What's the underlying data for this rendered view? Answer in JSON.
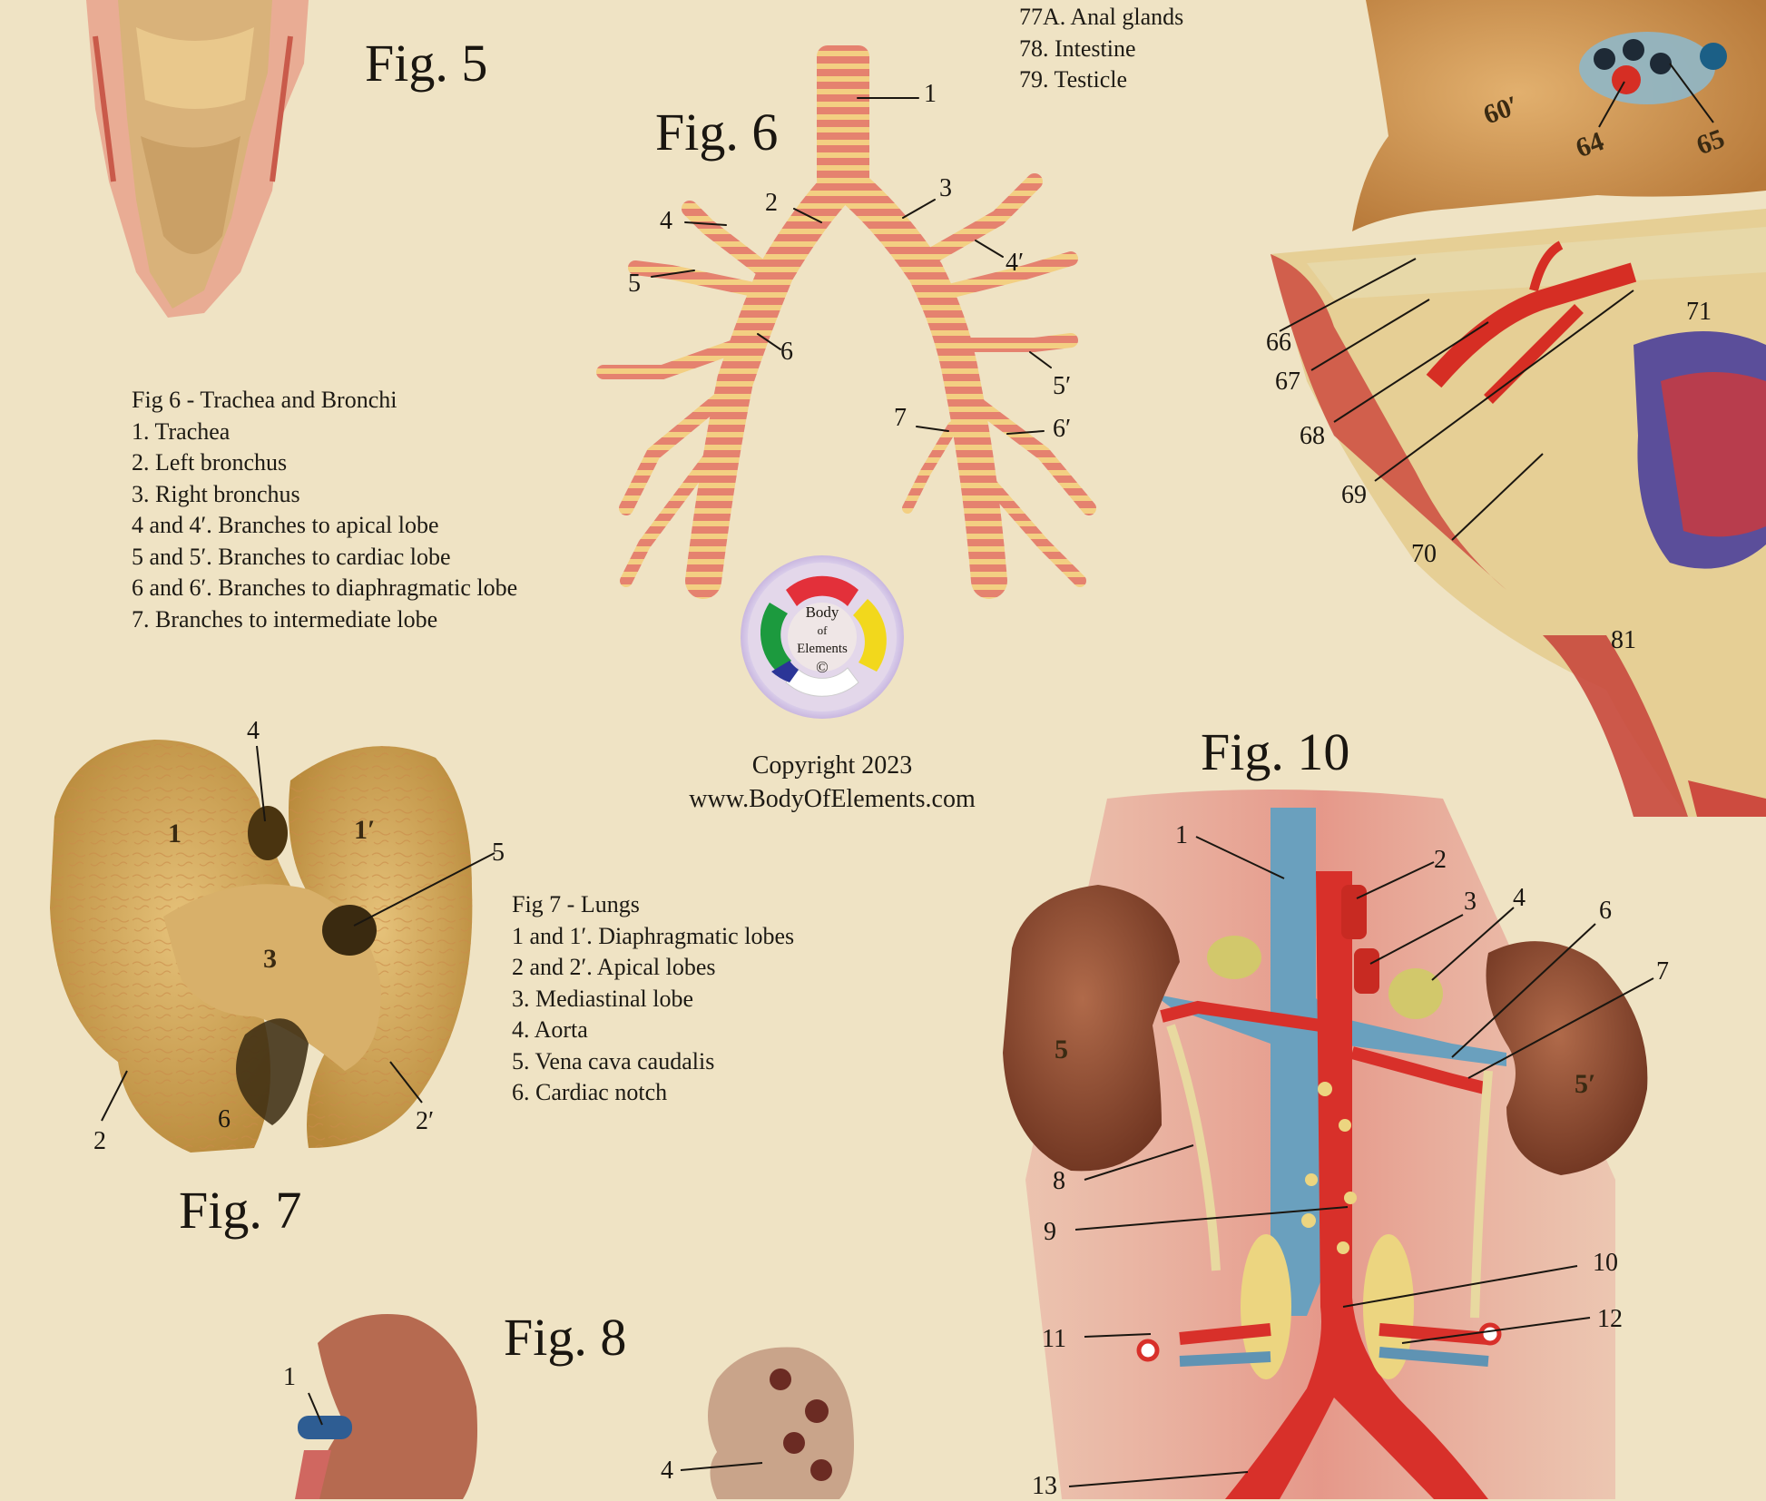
{
  "figures": {
    "fig5": "Fig. 5",
    "fig6": "Fig. 6",
    "fig7": "Fig. 7",
    "fig8": "Fig. 8",
    "fig10": "Fig. 10"
  },
  "top_legend": [
    "77A. Anal glands",
    "78. Intestine",
    "79. Testicle"
  ],
  "fig6_legend": {
    "title": "Fig 6 - Trachea and Bronchi",
    "items": [
      "1. Trachea",
      "2. Left bronchus",
      "3. Right bronchus",
      "4 and 4′. Branches to apical lobe",
      "5 and 5′. Branches to cardiac lobe",
      "6 and 6′. Branches to diaphragmatic lobe",
      "7. Branches to intermediate lobe"
    ]
  },
  "fig7_legend": {
    "title": "Fig 7 - Lungs",
    "items": [
      "1 and 1′. Diaphragmatic lobes",
      "2 and 2′. Apical lobes",
      "3. Mediastinal lobe",
      "4. Aorta",
      "5. Vena cava caudalis",
      "6. Cardiac notch"
    ]
  },
  "logo": {
    "line1": "Body",
    "line2": "of",
    "line3": "Elements",
    "symbol": "©"
  },
  "copyright": {
    "line1": "Copyright 2023",
    "line2": "www.BodyOfElements.com"
  },
  "fig6_labels": [
    "1",
    "2",
    "3",
    "4",
    "4′",
    "5",
    "5′",
    "6",
    "6′",
    "7"
  ],
  "fig7_labels": [
    "1",
    "1′",
    "2",
    "2′",
    "3",
    "4",
    "5",
    "6"
  ],
  "heart_labels": [
    "60′",
    "64",
    "65",
    "66",
    "67",
    "68",
    "69",
    "70",
    "71",
    "81"
  ],
  "fig10_labels": [
    "1",
    "2",
    "3",
    "4",
    "5",
    "5′",
    "6",
    "7",
    "8",
    "9",
    "10",
    "11",
    "12",
    "13"
  ],
  "fig8_labels": [
    "1",
    "4"
  ],
  "colors": {
    "paper": "#efe3c4",
    "artery": "#d8302a",
    "vein": "#5f93b3",
    "kidney": "#8f4a2f",
    "lung": "#d8b062",
    "bronchus_ring": "#f0c77a",
    "bronchus_base": "#e7806d"
  }
}
